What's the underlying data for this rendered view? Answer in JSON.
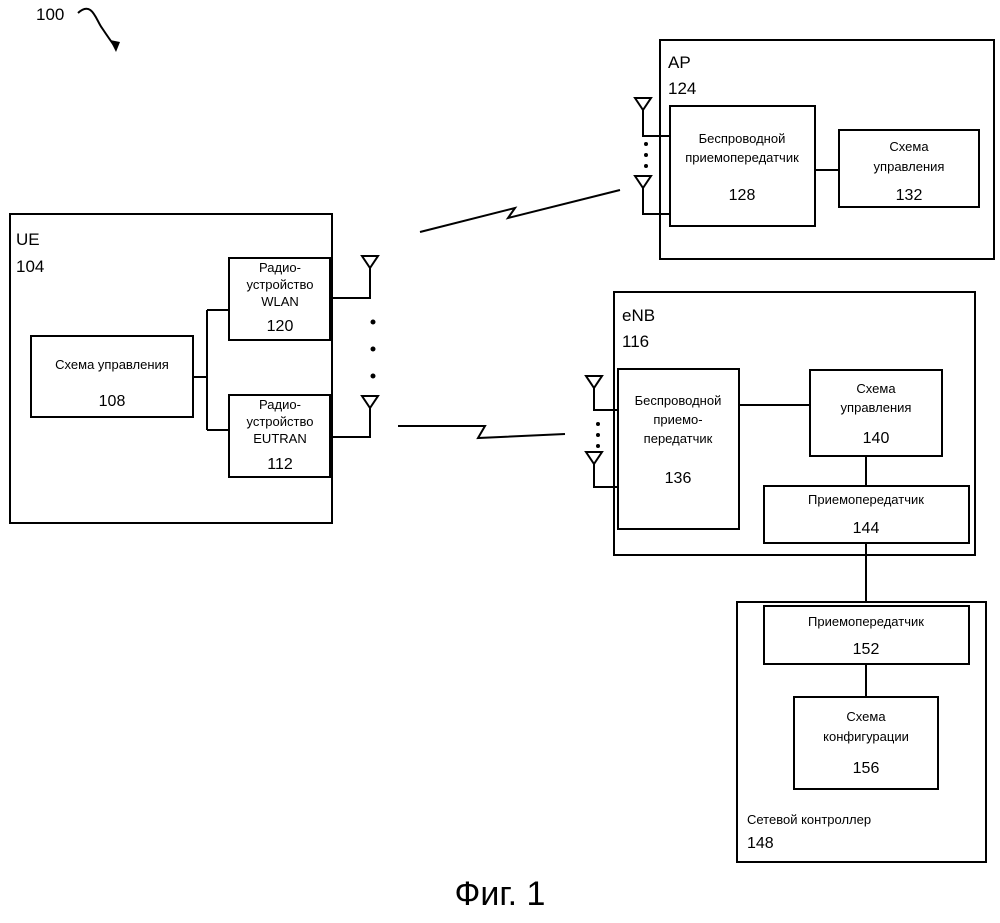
{
  "figure": {
    "ref": "100",
    "caption": "Фиг. 1"
  },
  "ue": {
    "name": "UE",
    "num": "104",
    "control": {
      "label": "Схема управления",
      "num": "108"
    },
    "wlan": {
      "l1": "Радио-",
      "l2": "устройство",
      "l3": "WLAN",
      "num": "120"
    },
    "eutran": {
      "l1": "Радио-",
      "l2": "устройство",
      "l3": "EUTRAN",
      "num": "112"
    }
  },
  "ap": {
    "name": "AP",
    "num": "124",
    "transceiver": {
      "l1": "Беспроводной",
      "l2": "приемопередатчик",
      "num": "128"
    },
    "control": {
      "l1": "Схема",
      "l2": "управления",
      "num": "132"
    }
  },
  "enb": {
    "name": "eNB",
    "num": "116",
    "transceiver": {
      "l1": "Беспроводной",
      "l2": "приемо-",
      "l3": "передатчик",
      "num": "136"
    },
    "control": {
      "l1": "Схема",
      "l2": "управления",
      "num": "140"
    },
    "trx": {
      "label": "Приемопередатчик",
      "num": "144"
    }
  },
  "controller": {
    "name": "Сетевой контроллер",
    "num": "148",
    "trx": {
      "label": "Приемопередатчик",
      "num": "152"
    },
    "config": {
      "l1": "Схема",
      "l2": "конфигурации",
      "num": "156"
    }
  }
}
